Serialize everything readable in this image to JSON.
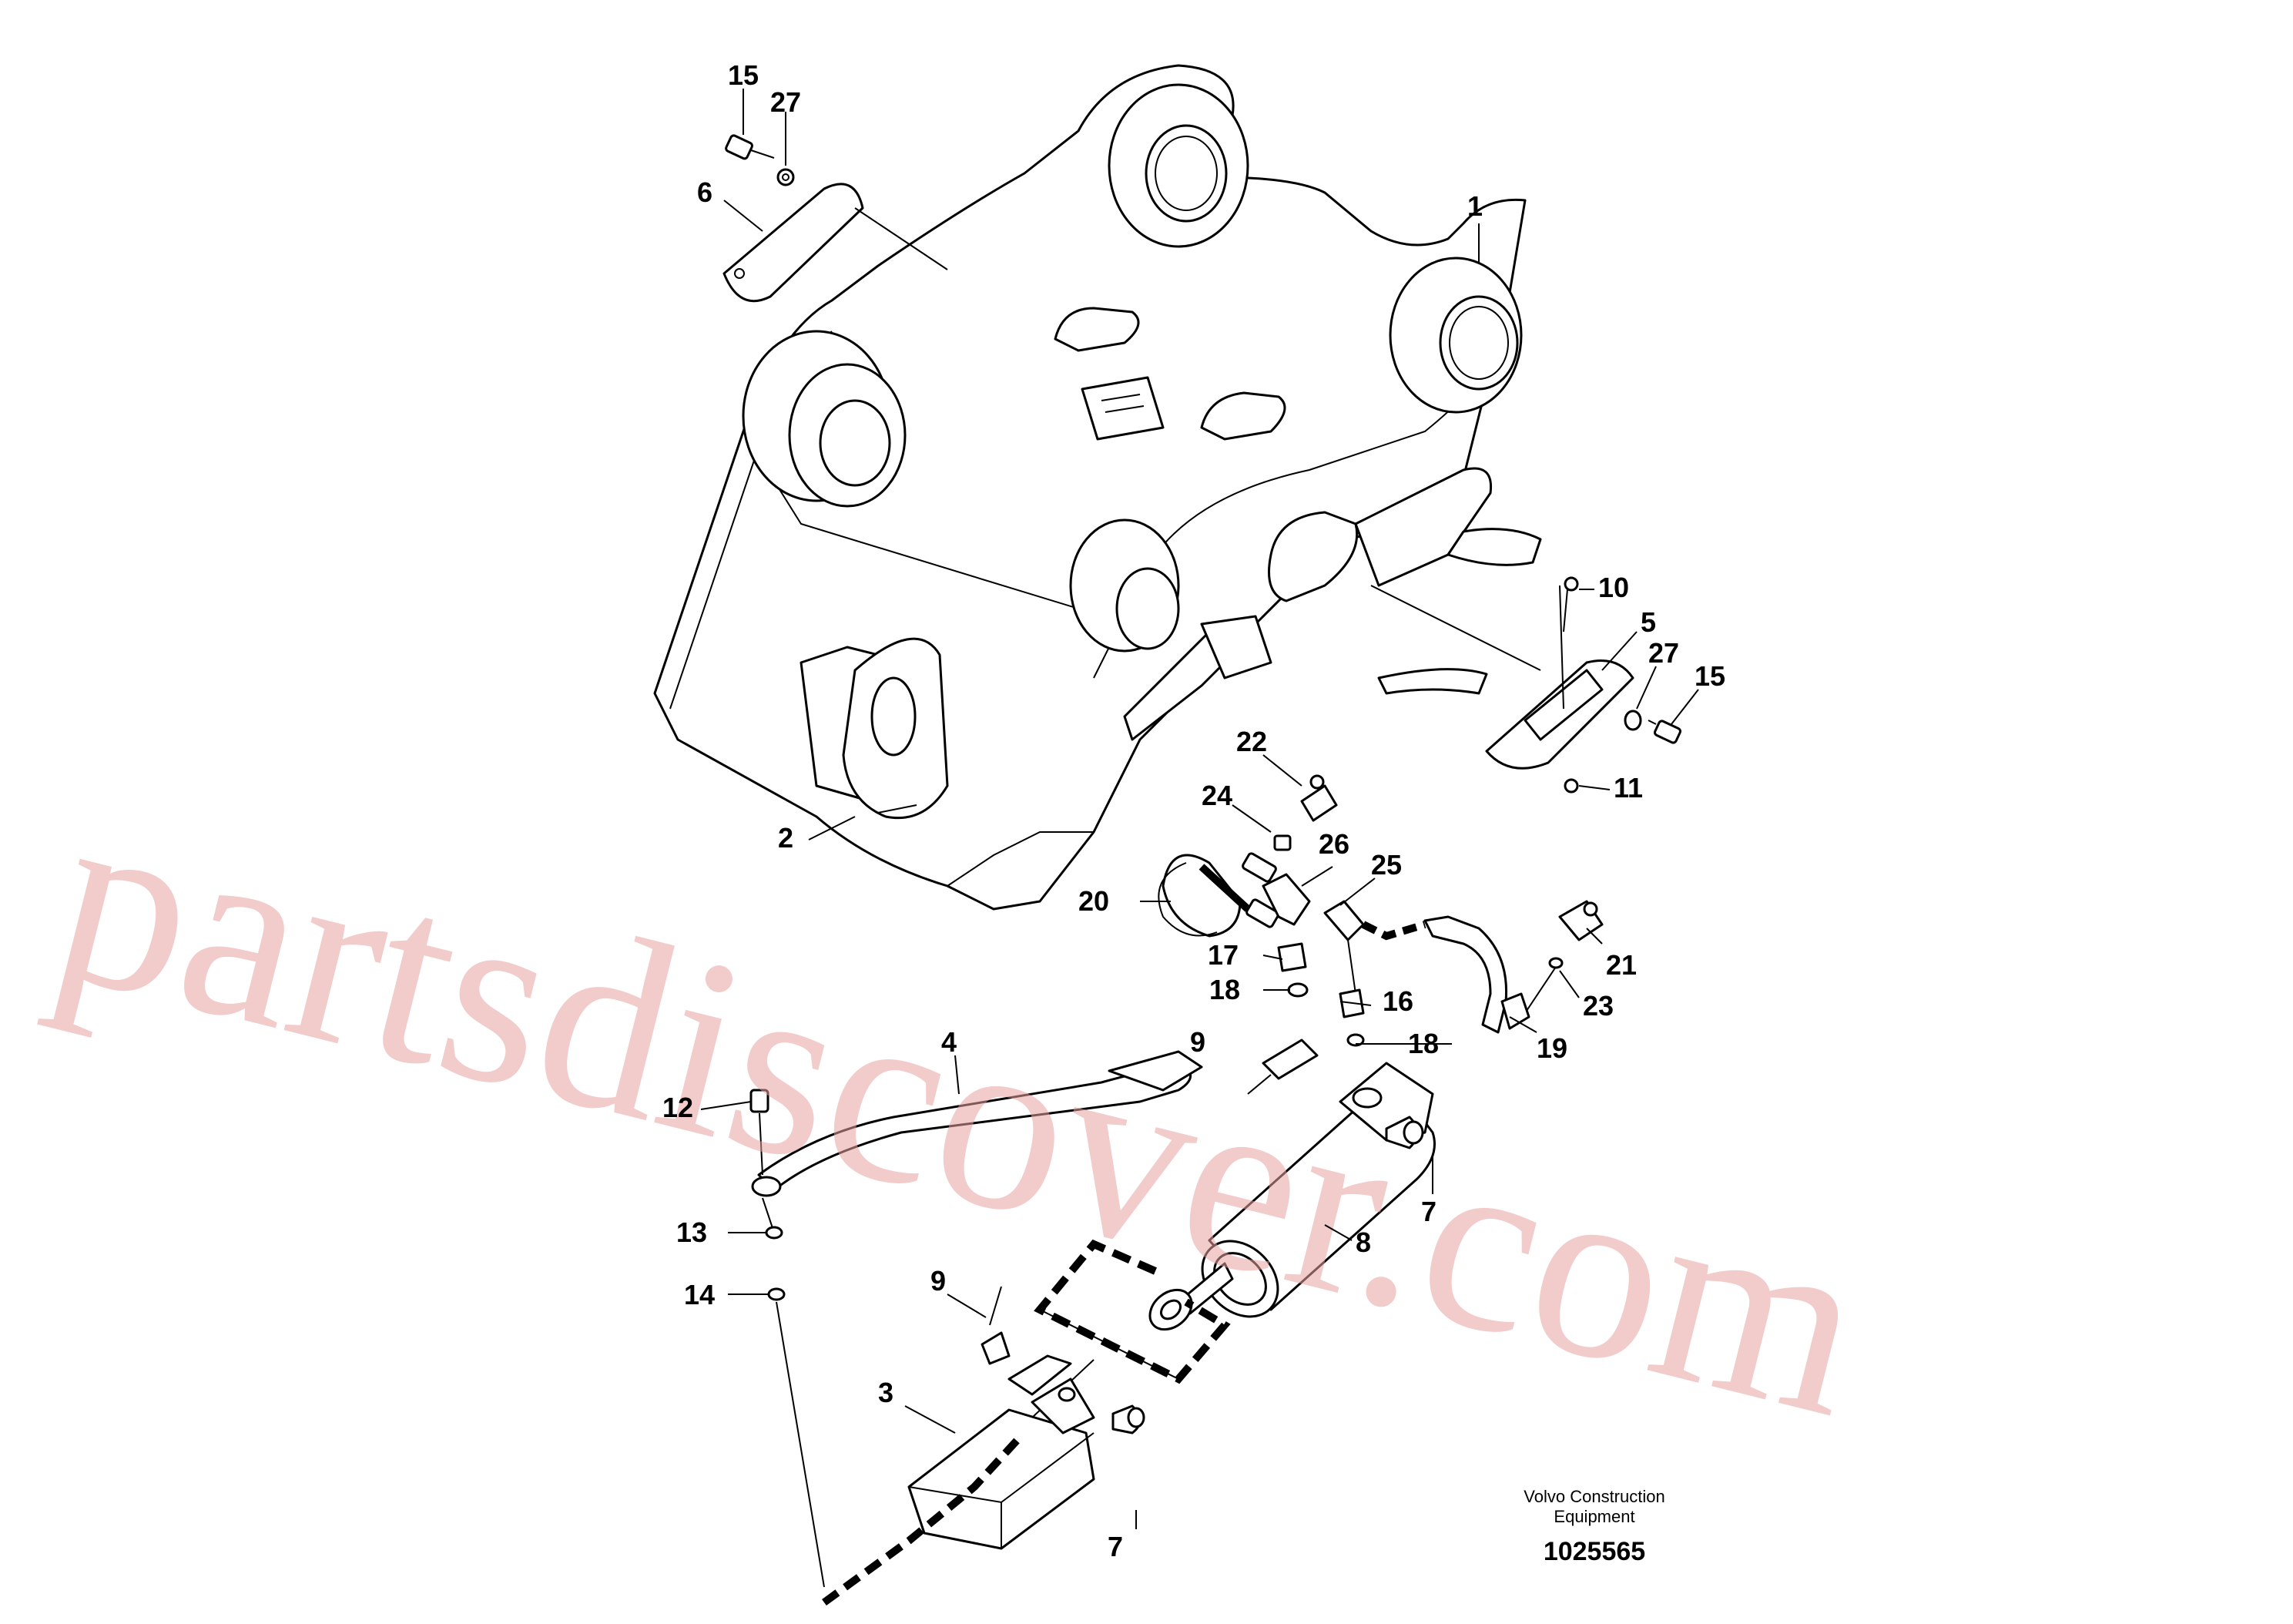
{
  "watermark": "partsdiscover.com",
  "manufacturer_line1": "Volvo Construction",
  "manufacturer_line2": "Equipment",
  "drawing_number": "1025565",
  "callouts": {
    "c1": "1",
    "c2": "2",
    "c3": "3",
    "c4": "4",
    "c5": "5",
    "c6": "6",
    "c7a": "7",
    "c7b": "7",
    "c8": "8",
    "c9a": "9",
    "c9b": "9",
    "c10": "10",
    "c11": "11",
    "c12": "12",
    "c13": "13",
    "c14": "14",
    "c15a": "15",
    "c15b": "15",
    "c16": "16",
    "c17": "17",
    "c18a": "18",
    "c18b": "18",
    "c19": "19",
    "c20": "20",
    "c21": "21",
    "c22": "22",
    "c23": "23",
    "c24": "24",
    "c25": "25",
    "c26": "26",
    "c27a": "27",
    "c27b": "27"
  }
}
